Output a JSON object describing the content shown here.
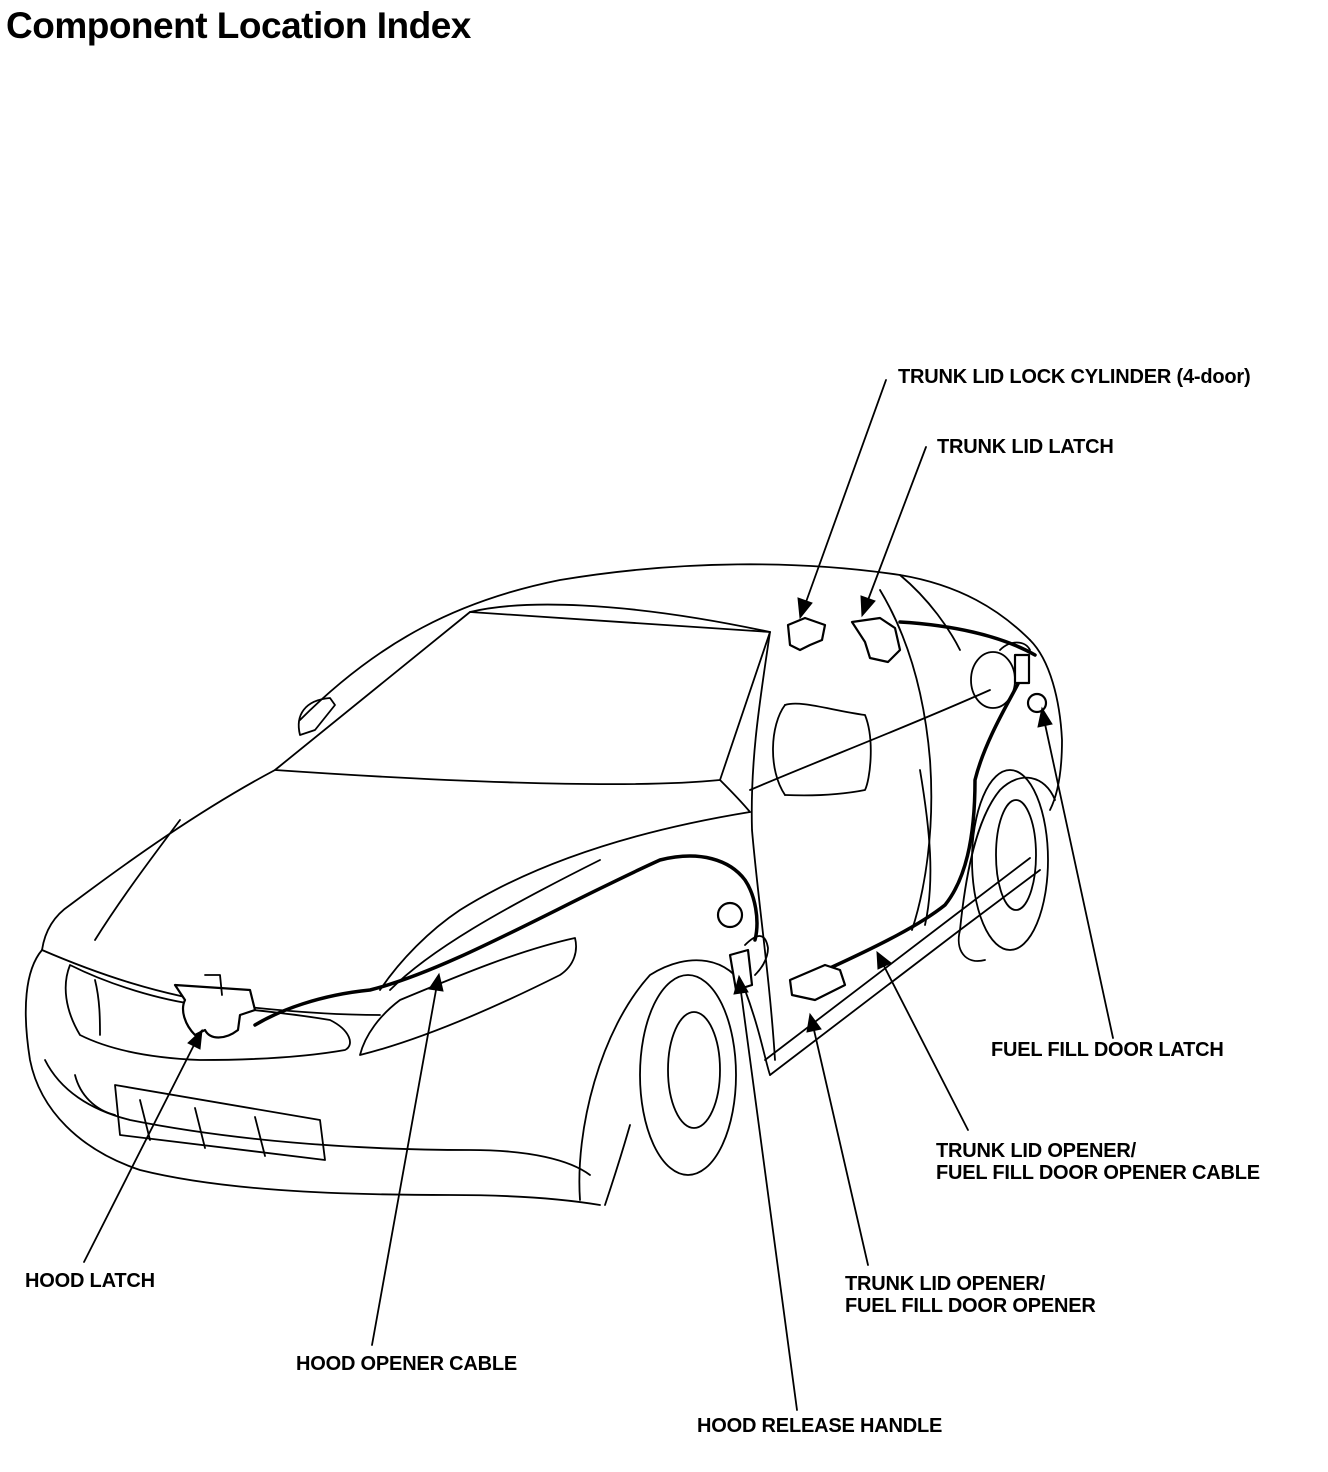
{
  "title": "Component Location Index",
  "labels": {
    "trunk_lid_lock_cylinder": "TRUNK LID LOCK CYLINDER (4-door)",
    "trunk_lid_latch": "TRUNK LID LATCH",
    "fuel_fill_door_latch": "FUEL FILL DOOR LATCH",
    "trunk_lid_opener_cable": [
      "TRUNK LID OPENER/",
      "FUEL FILL DOOR OPENER CABLE"
    ],
    "trunk_lid_opener": [
      "TRUNK LID OPENER/",
      "FUEL FILL DOOR OPENER"
    ],
    "hood_latch": "HOOD LATCH",
    "hood_opener_cable": "HOOD OPENER CABLE",
    "hood_release_handle": "HOOD RELEASE HANDLE"
  }
}
